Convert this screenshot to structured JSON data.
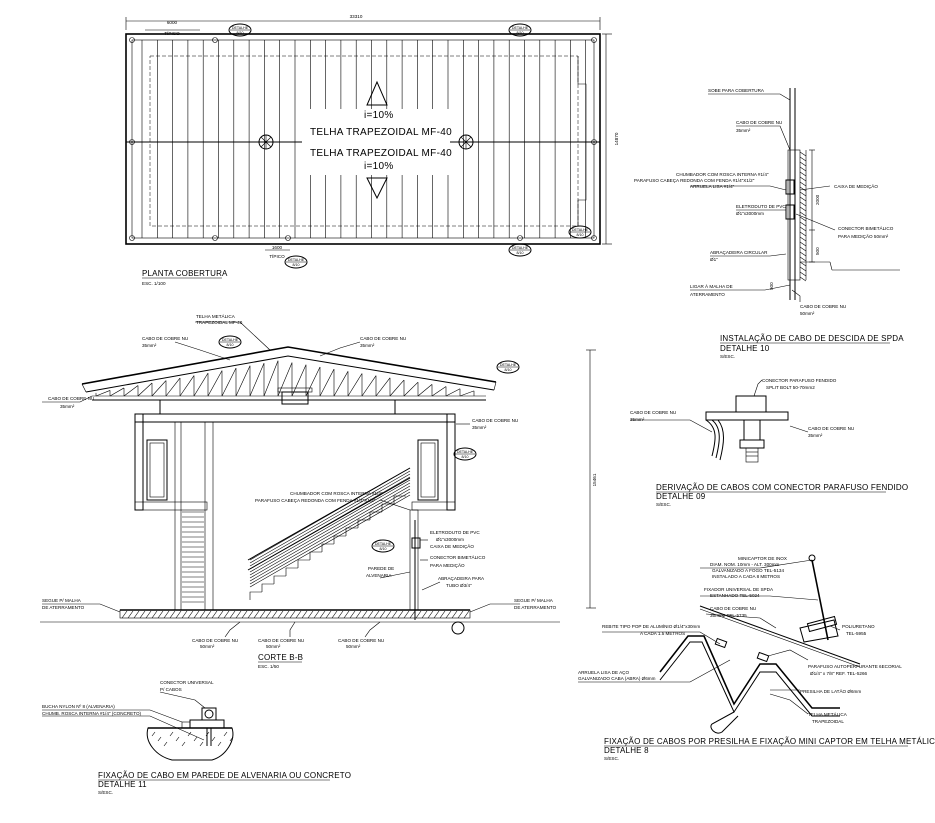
{
  "plan": {
    "dim_top": "33310",
    "dim_top_sub_a": "6000",
    "dim_top_sub_b": "TÍPICO",
    "dim_right": "14870",
    "dim_bottom_sub_a": "1600",
    "dim_bottom_sub_b": "TÍPICO",
    "slope_top": "i=10%",
    "roof_label_top": "TELHA TRAPEZOIDAL MF-40",
    "roof_label_bottom": "TELHA TRAPEZOIDAL MF-40",
    "slope_bottom": "i=10%",
    "title": "PLANTA COBERTURA",
    "scale": "ESC. 1/100"
  },
  "bubbles": [
    {
      "top": "DETALHE",
      "bottom": "8/10"
    },
    {
      "top": "DETALHE",
      "bottom": "8/10"
    },
    {
      "top": "DETALHE",
      "bottom": "8/10"
    },
    {
      "top": "DETALHE",
      "bottom": "8/10"
    },
    {
      "top": "DETALHE",
      "bottom": "8/10"
    },
    {
      "top": "DETALHE",
      "bottom": "8/10"
    },
    {
      "top": "DETALHE",
      "bottom": "8/10"
    },
    {
      "top": "DETALHE",
      "bottom": "8/10"
    },
    {
      "top": "DETALHE",
      "bottom": "8/10"
    }
  ],
  "detail10": {
    "sobe": "SOBE PARA COBERTURA",
    "cabo_a": "CABO DE COBRE NU",
    "cabo_a_size": "35mm²",
    "chumb_1": "CHUMBADOR COM ROSCA INTERNA #1/4\"",
    "chumb_2": "PARAFUSO CABEÇA REDONDA COM FENDA #1/4\"X1/2\"",
    "chumb_3": "ARRUELA LISA #1/4\"",
    "caixa": "CAIXA DE MEDIÇÃO",
    "eletro": "ELETRODUTO DE PVC",
    "eletro_size": "Ø1\"x3000mm",
    "conector_1": "CONECTOR BIMETÁLICO",
    "conector_2": "PARA MEDIÇÃO 50mm²",
    "abracadeira": "ABRAÇADEIRA CIRCULAR",
    "abracadeira_size": "Ø1\"",
    "dim_a": "2000",
    "dim_b": "500",
    "dim_c": "500",
    "ligar_1": "LIGAR À MALHA DE",
    "ligar_2": "ATERRAMENTO",
    "cabo_b": "CABO DE COBRE NU",
    "cabo_b_size": "50mm²",
    "title_1": "INSTALAÇÃO DE CABO DE DESCIDA DE SPDA",
    "title_2": "DETALHE 10",
    "scale": "S/ESC."
  },
  "section": {
    "telha_1": "TELHA METÁLICA",
    "telha_2": "TRAPEZOIDAL MF-40",
    "cabo_left_top": "CABO DE COBRE NU",
    "cabo_left_top_size": "35mm²",
    "cabo_right_top": "CABO DE COBRE NU",
    "cabo_right_top_size": "35mm²",
    "cabo_left": "CABO DE COBRE NU",
    "cabo_left_size": "35mm²",
    "cabo_right": "CABO DE COBRE NU",
    "cabo_right_size": "35mm²",
    "dim_height": "15461",
    "chumb_1": "CHUMBADOR COM ROSCA INTERNA #1/4\"",
    "chumb_2": "PARAFUSO CABEÇA REDONDA COM FENDA #1/4\"X1/2\"",
    "eletro": "ELETRODUTO DE PVC",
    "eletro_size": "Ø1\"x3000mm",
    "caixa": "CAIXA DE MEDIÇÃO",
    "conector_1": "CONECTOR BIMETÁLICO",
    "conector_2": "PARA MEDIÇÃO",
    "parede_1": "PAREDE DE",
    "parede_2": "ALVENARIA",
    "abrac_1": "ABRAÇADEIRA PARA",
    "abrac_2": "TUBO Ø3/4\"",
    "segue_left_1": "SEGUE P/ MALHA",
    "segue_left_2": "DE ATERRAMENTO",
    "segue_right_1": "SEGUE P/ MALHA",
    "segue_right_2": "DE ATERRAMENTO",
    "cabo_bot_1": "CABO DE COBRE NU",
    "cabo_bot_1_size": "50mm²",
    "cabo_bot_2": "CABO DE COBRE NU",
    "cabo_bot_2_size": "50mm²",
    "cabo_bot_3": "CABO DE COBRE NU",
    "cabo_bot_3_size": "50mm²",
    "title": "CORTE B-B",
    "scale": "ESC. 1/50"
  },
  "detail9": {
    "conector": "CONECTOR PARAFUSO FENDIDO",
    "conector_size": "SPLIT BOLT 50-70mm2",
    "cabo_left": "CABO DE COBRE NU",
    "cabo_left_size": "35mm²",
    "cabo_right": "CABO DE COBRE NU",
    "cabo_right_size": "35mm²",
    "title_1": "DERIVAÇÃO DE CABOS COM CONECTOR PARAFUSO FENDIDO",
    "title_2": "DETALHE 09",
    "scale": "S/ESC."
  },
  "detail11": {
    "conector_1": "CONECTOR UNIVERSAL",
    "conector_2": "P/ CABOS",
    "bucha": "BUCHA NYLON Nº 8 (ALVENARIA)",
    "chumb": "CHUMB. ROSCA INTERNA #1/4\" (CONCRETO)",
    "title_1": "FIXAÇÃO DE CABO EM PAREDE DE ALVENARIA OU CONCRETO",
    "title_2": "DETALHE 11",
    "scale": "S/ESC."
  },
  "detail8": {
    "mini_1": "MINICAPTOR DE INOX",
    "mini_2": "DIAM. NOM. 10mm - ALT. 300mm",
    "mini_3": "GALVANIZADO A FOGO TEL-5134",
    "mini_4": "INSTALADO A CADA 8 METROS",
    "fix_1": "FIXADOR UNIVERSAL DE SPDA",
    "fix_2": "ESTANHADO TEL-5024",
    "cabo": "CABO DE COBRE NU",
    "cabo_size": "35mm2 TEL-5735",
    "poli_1": "POLIURETANO",
    "poli_2": "TEL-5955",
    "rebite_1": "REBITE TIPO POP DE ALUMÍNIO Ø1/4\"x30mm",
    "rebite_2": "A CADA 1.5 METROS",
    "paraf_1": "PARAFUSO AUTOPERFURANTE 6ECORIAL",
    "paraf_2": "Ø1/4\" x 7/8\" REF. TEL-5266",
    "arruela_1": "ARRUELA LISA DE AÇO",
    "arruela_2": "GALVANIZADO CABA (ABRA) Ø6mm",
    "presilha": "PRESILHA DE LATÃO Ø6mm",
    "telha_1": "TELHA METÁLICA",
    "telha_2": "TRAPEZOIDAL",
    "title_1": "FIXAÇÃO DE CABOS POR PRESILHA E FIXAÇÃO MINI CAPTOR EM TELHA METÁLICA",
    "title_2": "DETALHE 8",
    "scale": "S/ESC."
  }
}
